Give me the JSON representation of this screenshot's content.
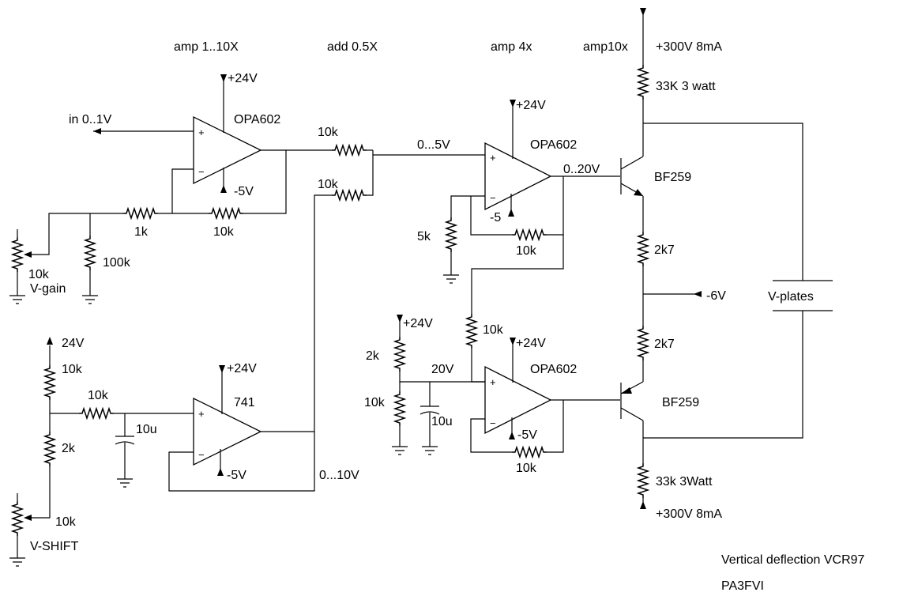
{
  "stage_titles": {
    "amp_1_10x": "amp 1..10X",
    "add_05x": "add 0.5X",
    "amp_4x": "amp 4x",
    "amp_10x": "amp10x"
  },
  "supply_top": "+300V 8mA",
  "supply_bottom": "+300V  8mA",
  "input_label": "in 0..1V",
  "gain_pot": {
    "value": "10k",
    "name": "V-gain"
  },
  "shift_pot": {
    "value": "10k",
    "name": "V-SHIFT"
  },
  "opamps": {
    "u1": {
      "name": "OPA602",
      "vpos": "+24V",
      "vneg": "-5V"
    },
    "u2": {
      "name": "OPA602",
      "vpos": "+24V",
      "vneg": "-5"
    },
    "u3": {
      "name": "741",
      "vpos": "+24V",
      "vneg": "-5V"
    },
    "u4": {
      "name": "OPA602",
      "vpos": "+24V",
      "vneg": "-5V"
    }
  },
  "resistors": {
    "r_1k": "1k",
    "r_fb1": "10k",
    "r_100k": "100k",
    "r_sum1": "10k",
    "r_sum2": "10k",
    "r_5k": "5k",
    "r_fb2": "10k",
    "r_divider_top": "10k",
    "r_divider_bottom": "2k",
    "r_filter": "10k",
    "r_ref_top": "2k",
    "r_ref_bottom": "10k",
    "r_link": "10k",
    "r_fb4": "10k",
    "r_load_top": "33K 3 watt",
    "r_load_bottom": "33k 3Watt",
    "r_emit_top": "2k7",
    "r_emit_bottom": "2k7"
  },
  "capacitors": {
    "c_filter": "10u",
    "c_ref": "10u"
  },
  "supplies": {
    "shift_supply": "24V",
    "ref_supply": "+24V",
    "emitter_supply": "-6V"
  },
  "node_labels": {
    "sum_node": "0...5V",
    "out_stage3": "0..20V",
    "ref_node": "20V",
    "shift_out": "0...10V"
  },
  "transistors": {
    "q1": "BF259",
    "q2": "BF259"
  },
  "v_plates": "V-plates",
  "footer": {
    "title": "Vertical deflection VCR97",
    "author": "PA3FVI"
  }
}
